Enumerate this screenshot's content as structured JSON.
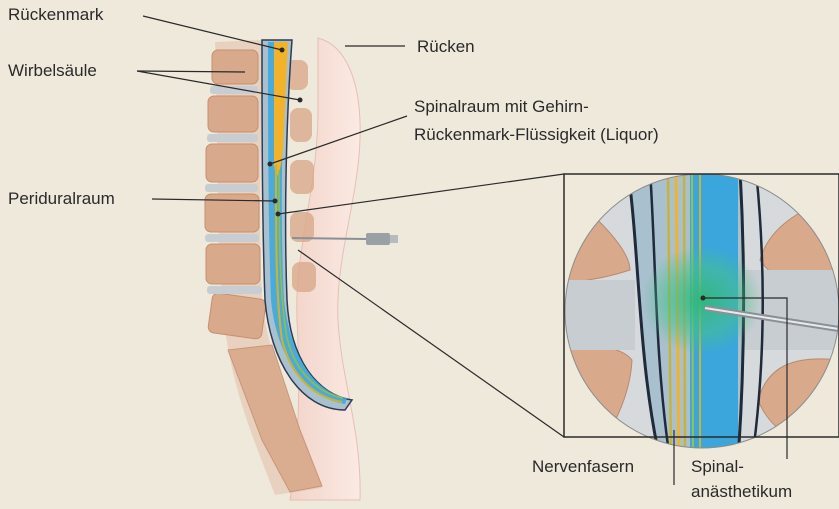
{
  "labels": {
    "spinal_cord": "Rückenmark",
    "vertebral_column": "Wirbelsäule",
    "back": "Rücken",
    "spinal_space_line1": "Spinalraum mit Gehirn-",
    "spinal_space_line2": "Rückenmark-Flüssigkeit (Liquor)",
    "epidural_space": "Periduralraum",
    "nerve_fibers": "Nervenfasern",
    "anesthetic_line1": "Spinal-",
    "anesthetic_line2": "anästhetikum"
  },
  "colors": {
    "background": "#efe9dc",
    "vertebra": "#d9a98c",
    "disc": "#c7cdd1",
    "spinal_cord": "#f2b32a",
    "csf": "#3aa6dc",
    "epidural": "#a9c0ce",
    "nerve_fibers": "#c8b33a",
    "anesthetic": "#2fb67a",
    "skin": "#f2d4c9",
    "leader_line": "#2a2a2a"
  }
}
